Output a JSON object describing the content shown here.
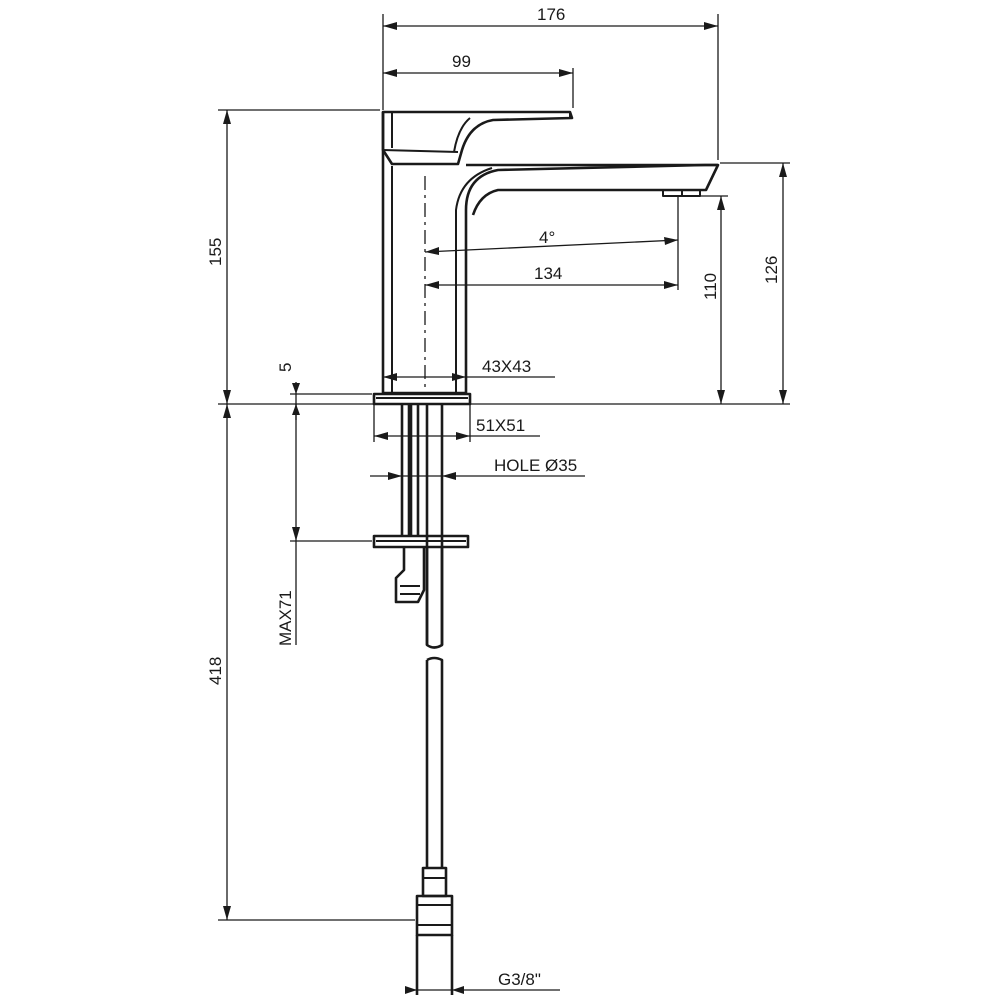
{
  "dimensions": {
    "overall_width": "176",
    "handle_reach": "99",
    "total_height": "155",
    "spout_height": "126",
    "spout_clearance": "110",
    "spout_angle": "4°",
    "spout_reach": "134",
    "body_section": "43X43",
    "base_plate": "51X51",
    "base_thickness": "5",
    "mounting_hole": "HOLE Ø35",
    "max_deck_thickness": "MAX71",
    "hose_length": "418",
    "hose_connection": "G3/8\""
  }
}
